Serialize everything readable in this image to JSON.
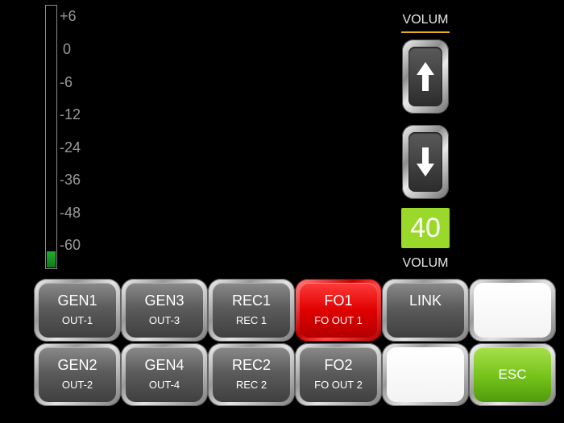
{
  "meter": {
    "level_percent": 6,
    "fill_color": "#1fae2d",
    "scale": [
      "+6",
      "0",
      "-6",
      "-12",
      "-24",
      "-36",
      "-48",
      "-60"
    ]
  },
  "volume": {
    "title_top": "VOLUM",
    "title_bottom": "VOLUM",
    "value": "40",
    "accent": "#e6b017",
    "value_bg": "#9ad92a",
    "up_icon": "arrow-up-icon",
    "down_icon": "arrow-down-icon"
  },
  "buttons": [
    {
      "l1": "GEN1",
      "l2": "OUT-1"
    },
    {
      "l1": "GEN3",
      "l2": "OUT-3"
    },
    {
      "l1": "REC1",
      "l2": "REC 1"
    },
    {
      "l1": "FO1",
      "l2": "FO OUT 1",
      "active_color": "#e00000"
    },
    {
      "l1": "LINK",
      "l2": ""
    },
    {
      "l1": "",
      "l2": ""
    },
    {
      "l1": "GEN2",
      "l2": "OUT-2"
    },
    {
      "l1": "GEN4",
      "l2": "OUT-4"
    },
    {
      "l1": "REC2",
      "l2": "REC 2"
    },
    {
      "l1": "FO2",
      "l2": "FO OUT 2"
    },
    {
      "l1": "",
      "l2": ""
    },
    {
      "l1": "ESC",
      "l2": "",
      "color": "#74c21a"
    }
  ]
}
